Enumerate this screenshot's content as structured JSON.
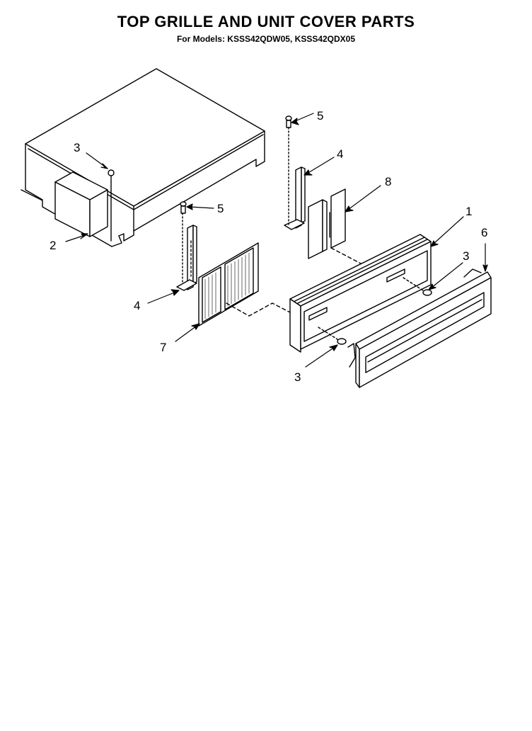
{
  "title": "TOP GRILLE AND UNIT COVER PARTS",
  "subtitle": "For Models: KSSS42QDW05, KSSS42QDX05",
  "callouts": {
    "c1": "1",
    "c2": "2",
    "c3a": "3",
    "c3b": "3",
    "c3c": "3",
    "c4a": "4",
    "c4b": "4",
    "c5a": "5",
    "c5b": "5",
    "c6": "6",
    "c7": "7",
    "c8": "8"
  }
}
